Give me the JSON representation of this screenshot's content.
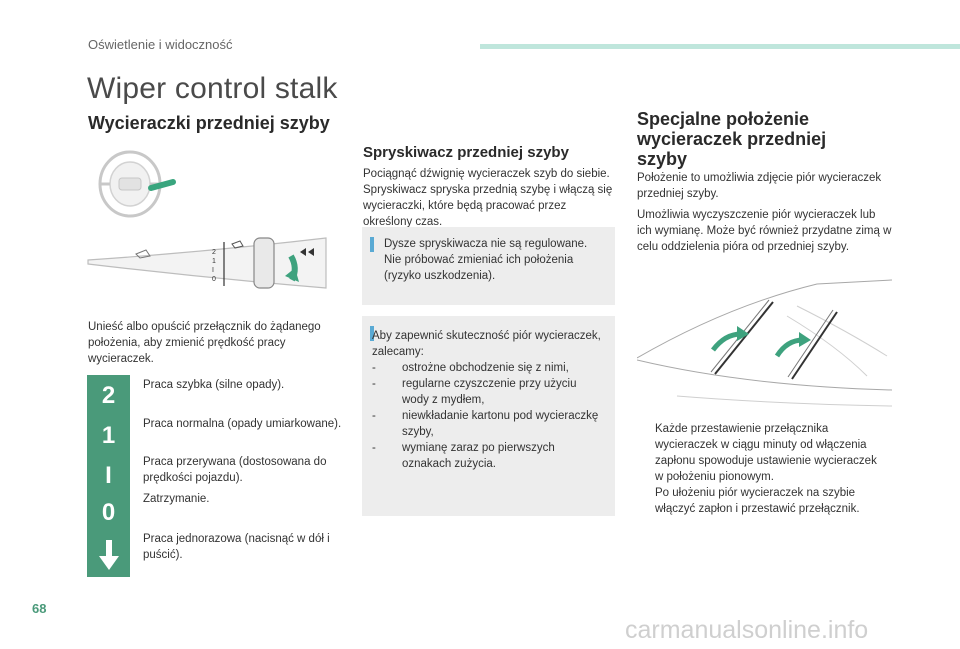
{
  "header": {
    "section": "Oświetlenie i widoczność"
  },
  "page_title": "Wiper control stalk",
  "left": {
    "subtitle": "Wycieraczki przedniej szyby",
    "intro": "Unieść albo opuścić przełącznik do żądanego położenia, aby zmienić prędkość pracy wycieraczek.",
    "stalk_labels": [
      "2",
      "1",
      "I",
      "0"
    ],
    "modes": [
      {
        "icon": "2",
        "text": "Praca szybka (silne opady)."
      },
      {
        "icon": "1",
        "text": "Praca normalna (opady umiarkowane)."
      },
      {
        "icon": "I",
        "text": "Praca przerywana (dostosowana do prędkości pojazdu)."
      },
      {
        "icon": "0",
        "text": "Zatrzymanie."
      },
      {
        "icon": "down-arrow-icon",
        "text": "Praca jednorazowa (nacisnąć w dół i puścić)."
      }
    ]
  },
  "middle": {
    "heading": "Spryskiwacz przedniej szyby",
    "para": "Pociągnąć dźwignię wycieraczek szyb do siebie. Spryskiwacz spryska przednią szybę i włączą się wycieraczki, które będą pracować przez określony czas.",
    "note1": "Dysze spryskiwacza nie są regulowane. Nie próbować zmieniać ich położenia (ryzyko uszkodzenia).",
    "note2_intro": "Aby zapewnić skuteczność piór wycieraczek, zalecamy:",
    "note2_items": [
      "ostrożne obchodzenie się z nimi,",
      "regularne czyszczenie przy użyciu wody z mydłem,",
      "niewkładanie kartonu pod wycieraczkę szyby,",
      "wymianę zaraz po pierwszych oznakach zużycia."
    ],
    "dash": "-"
  },
  "right": {
    "heading": "Specjalne położenie wycieraczek przedniej szyby",
    "para1": "Położenie to umożliwia zdjęcie piór wycieraczek przedniej szyby.",
    "para2": "Umożliwia wyczyszczenie piór wycieraczek lub ich wymianę. Może być również przydatne zimą w celu oddzielenia pióra od przedniej szyby.",
    "bullet_char": "",
    "bullets": [
      "Każde przestawienie przełącznika wycieraczek w ciągu minuty od włączenia zapłonu spowoduje ustawienie wycieraczek w położeniu pionowym.",
      "Po ułożeniu piór wycieraczek na szybie włączyć zapłon i przestawić przełącznik."
    ]
  },
  "footer": {
    "page_number": "68",
    "watermark": "carmanualsonline.info"
  },
  "colors": {
    "accent": "#4a9a7a",
    "header_bar": "#bfe6dc",
    "note_bg": "#ededed",
    "note_marker": "#5aaad4"
  }
}
